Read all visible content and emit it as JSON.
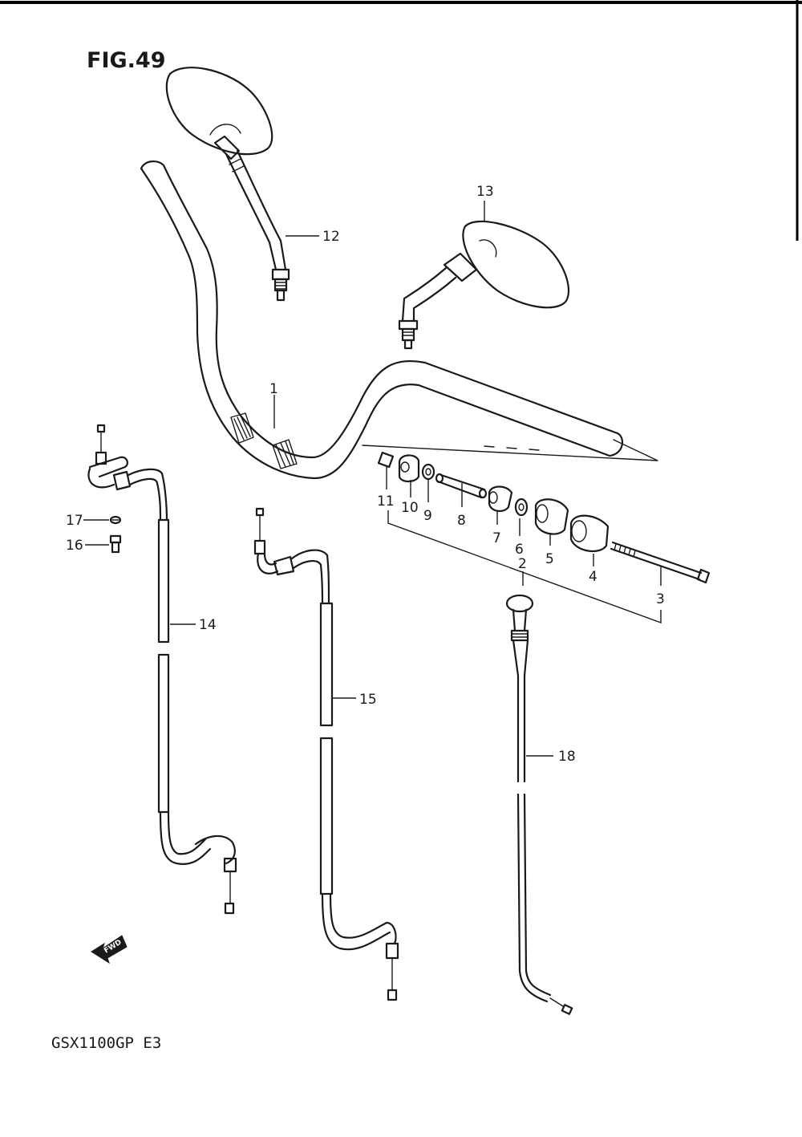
{
  "figure": {
    "title": "FIG.49",
    "model": "GSX1100GP E3",
    "fwd_label": "FWD"
  },
  "callouts": {
    "c1": "1",
    "c2": "2",
    "c3": "3",
    "c4": "4",
    "c5": "5",
    "c6": "6",
    "c7": "7",
    "c8": "8",
    "c9": "9",
    "c10": "10",
    "c11": "11",
    "c12": "12",
    "c13": "13",
    "c14": "14",
    "c15": "15",
    "c16": "16",
    "c17": "17",
    "c18": "18"
  }
}
